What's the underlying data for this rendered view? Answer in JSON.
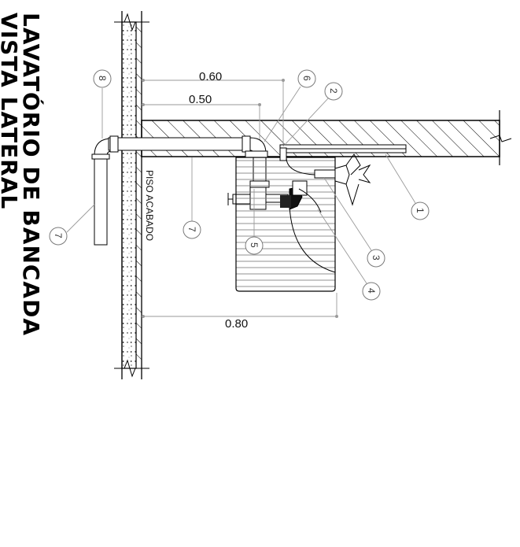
{
  "title": {
    "line1": "LAVATÓRIO DE BANCADA",
    "line2": "VISTA LATERAL"
  },
  "dimensions": {
    "top": "0.60",
    "middle": "0.50",
    "bottom": "0.80"
  },
  "wall_label": "PISO ACABADO",
  "callouts": [
    {
      "id": "c8-top",
      "label": "8"
    },
    {
      "id": "c7-left",
      "label": "7"
    },
    {
      "id": "c7-mid",
      "label": "7"
    },
    {
      "id": "c6",
      "label": "6"
    },
    {
      "id": "c2",
      "label": "2"
    },
    {
      "id": "c5",
      "label": "5"
    },
    {
      "id": "c1",
      "label": "1"
    },
    {
      "id": "c3",
      "label": "3"
    },
    {
      "id": "c4",
      "label": "4"
    }
  ],
  "colors": {
    "ink": "#000000",
    "leader": "#9a9a9a",
    "bubble": "#7a7a7a"
  }
}
